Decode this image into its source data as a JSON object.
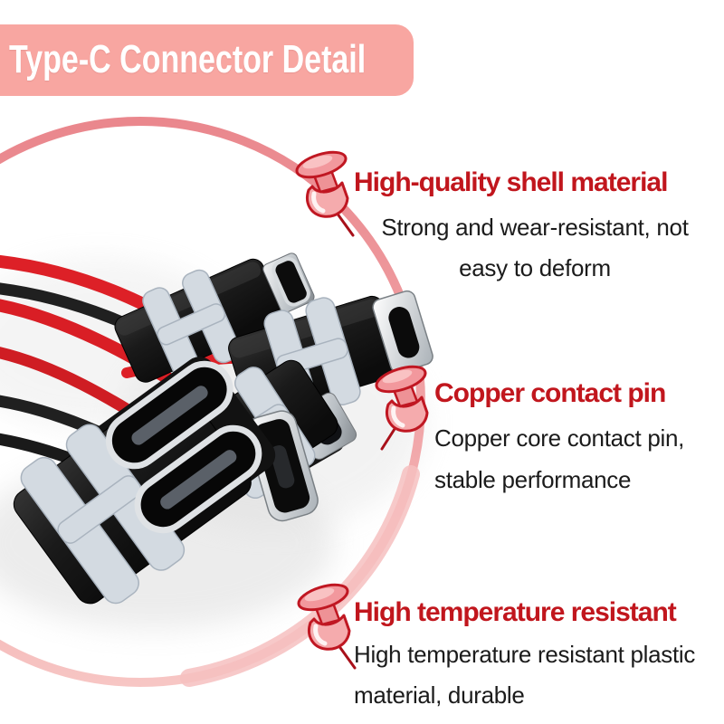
{
  "banner": {
    "title": "Type-C Connector Detail"
  },
  "callouts": [
    {
      "heading": "High-quality shell material",
      "body_line1": "Strong and wear-resistant, not",
      "body_line2": "easy to deform"
    },
    {
      "heading": "Copper contact pin",
      "body_line1": "Copper core contact pin,",
      "body_line2": "stable performance"
    },
    {
      "heading": "High temperature resistant",
      "body_line1": "High temperature resistant plastic",
      "body_line2": "material, durable"
    }
  ],
  "colors": {
    "banner_bg": "#f8a6a1",
    "banner_text": "#ffffff",
    "heading_red": "#c1161d",
    "body_text": "#1b1b1b",
    "ring_pink_dark": "#ea878d",
    "ring_pink_light": "#f7c6c4",
    "pushpin_red": "#c01722",
    "wire_red": "#dd2027",
    "wire_black": "#202020",
    "connector_body": "#161616",
    "gasket_gray": "#d3dae1",
    "metal_silver": "#c9ced3"
  }
}
